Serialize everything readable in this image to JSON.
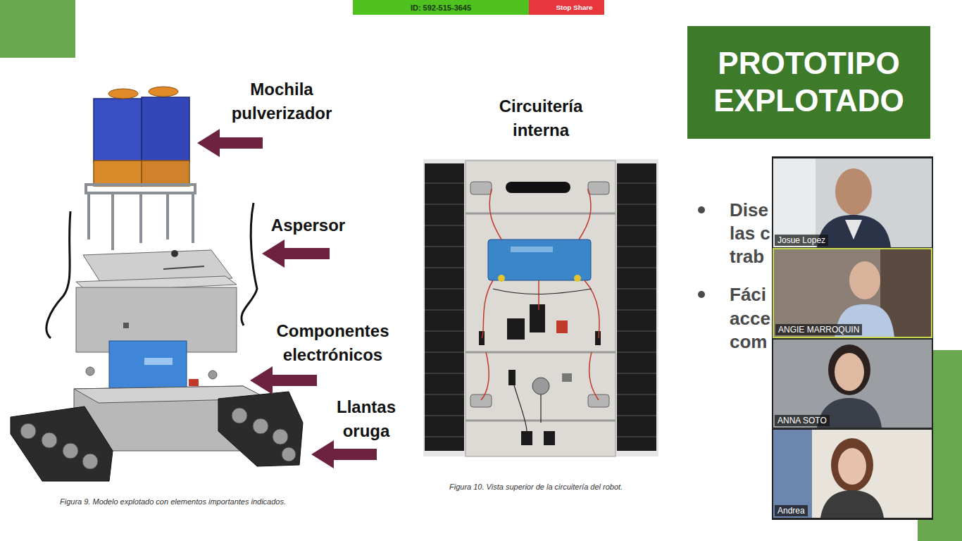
{
  "diagram": {
    "title": "PROTOTIPO EXPLOTADO",
    "nodes": [
      {
        "text": [
          "ID: 592-515-3645"
        ]
      },
      {
        "text": [
          "Stop Share"
        ]
      },
      {
        "text": [
          "Josue Lopez"
        ]
      },
      {
        "text": [
          "ANGIE MARROQUIN"
        ]
      },
      {
        "text": [
          "ANNA SOTO"
        ]
      },
      {
        "text": [
          "Andrea"
        ]
      }
    ],
    "labels": [
      "Mochila pulverizador",
      "Aspersor",
      "Componentes electrónicos",
      "Llantas oruga",
      "Circuitería interna",
      "Figura 9. Modelo explotado con elementos importantes indicados.",
      "Figura 10. Vista superior de la circuitería del robot.",
      "Dise",
      "las c",
      "trab",
      "Fáci",
      "acce",
      "com"
    ]
  }
}
